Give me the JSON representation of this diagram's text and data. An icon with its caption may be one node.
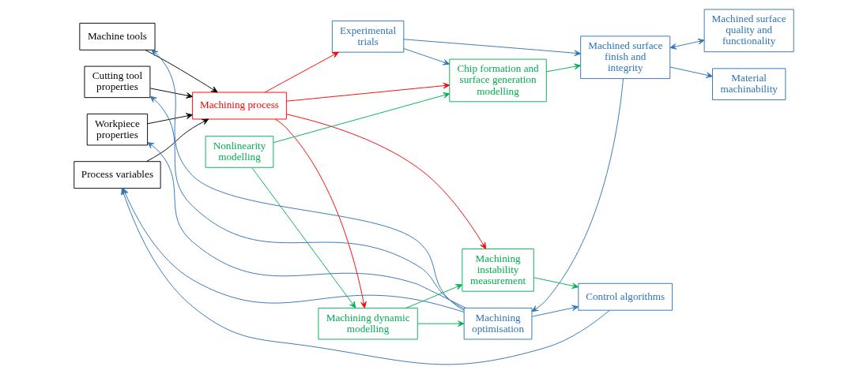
{
  "diagram": {
    "nodes": [
      {
        "text": [
          "Machine tools"
        ]
      },
      {
        "text": [
          "Cutting tool properties"
        ]
      },
      {
        "text": [
          "Workpiece properties"
        ]
      },
      {
        "text": [
          "Process variables"
        ]
      },
      {
        "text": [
          "Machining process"
        ]
      },
      {
        "text": [
          "Experimental trials"
        ]
      },
      {
        "text": [
          "Chip formation and surface generation modelling"
        ]
      },
      {
        "text": [
          "Machined surface finish and integrity"
        ]
      },
      {
        "text": [
          "Machined surface quality and functionality"
        ]
      },
      {
        "text": [
          "Machining instability measurement"
        ]
      },
      {
        "text": [
          "Machining dynamic modelling"
        ]
      },
      {
        "text": [
          "Nonlinearity modelling"
        ]
      },
      {
        "text": [
          "Material machinability"
        ]
      },
      {
        "text": [
          "Control algorithms"
        ]
      },
      {
        "text": [
          "Machining optimisation"
        ]
      }
    ],
    "edges": [
      {
        "from": 0,
        "to": 4,
        "arrow": "to",
        "color": "#000000"
      },
      {
        "from": 1,
        "to": 4,
        "arrow": "to",
        "color": "#000000"
      },
      {
        "from": 2,
        "to": 4,
        "arrow": "to",
        "color": "#000000"
      },
      {
        "from": 3,
        "to": 4,
        "arrow": "to",
        "color": "#000000"
      },
      {
        "from": 4,
        "to": 5,
        "arrow": "to",
        "color": "#ff0000"
      },
      {
        "from": 4,
        "to": 6,
        "arrow": "to",
        "color": "#ff0000"
      },
      {
        "from": 4,
        "to": 9,
        "arrow": "to",
        "color": "#ff0000"
      },
      {
        "from": 4,
        "to": 10,
        "arrow": "to",
        "color": "#ff0000"
      },
      {
        "from": 5,
        "to": 6,
        "arrow": "to"
      },
      {
        "from": 5,
        "to": 7,
        "arrow": "to"
      },
      {
        "from": 6,
        "to": 7,
        "arrow": "to",
        "color": "#00b050"
      },
      {
        "from": 7,
        "to": 8,
        "arrow": "both"
      },
      {
        "from": 11,
        "to": 6,
        "arrow": "to",
        "color": "#00b050"
      },
      {
        "from": 11,
        "to": 10,
        "arrow": "to",
        "color": "#00b050"
      },
      {
        "from": 10,
        "to": 9,
        "arrow": "to",
        "color": "#00b050"
      },
      {
        "from": 9,
        "to": 13,
        "arrow": "to",
        "color": "#00b050"
      },
      {
        "from": 10,
        "to": 14,
        "arrow": "to",
        "color": "#00b050"
      },
      {
        "from": 14,
        "to": 13,
        "arrow": "to"
      },
      {
        "from": 13,
        "to": 3,
        "arrow": "to"
      },
      {
        "from": 7,
        "to": 12,
        "arrow": "to"
      },
      {
        "from": 7,
        "to": 14,
        "arrow": "to"
      },
      {
        "from": 14,
        "to": 0,
        "arrow": "to"
      },
      {
        "from": 14,
        "to": 1,
        "arrow": "to"
      },
      {
        "from": 14,
        "to": 2,
        "arrow": "to"
      },
      {
        "from": 14,
        "to": 3,
        "arrow": "to"
      }
    ]
  }
}
